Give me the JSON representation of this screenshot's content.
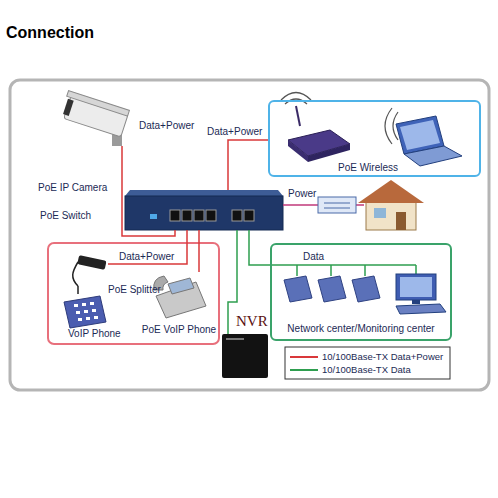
{
  "diagram": {
    "title": "Connection",
    "nodes": [
      {
        "text": [
          "PoE IP Camera"
        ]
      },
      {
        "text": [
          "PoE Wireless"
        ]
      },
      {
        "text": [
          "PoE Switch"
        ]
      },
      {
        "text": [
          "PoE Splitter"
        ]
      },
      {
        "text": [
          "VoIP Phone"
        ]
      },
      {
        "text": [
          "PoE VoIP Phone"
        ]
      },
      {
        "text": [
          "NVR"
        ]
      },
      {
        "text": [
          "Network center/Monitoring center"
        ]
      }
    ],
    "edges": [
      {
        "from": 2,
        "to": 0,
        "label": "Data+Power",
        "arrow": "none"
      },
      {
        "from": 2,
        "to": 1,
        "label": "Data+Power",
        "arrow": "none"
      },
      {
        "from": 2,
        "to": 3,
        "label": "Data+Power",
        "arrow": "none"
      },
      {
        "from": 3,
        "to": 4,
        "arrow": "none"
      },
      {
        "from": 2,
        "to": 5,
        "arrow": "none"
      },
      {
        "from": 2,
        "to": 6,
        "arrow": "none"
      },
      {
        "from": 2,
        "to": 7,
        "label": "Data",
        "arrow": "none"
      }
    ],
    "labels": [
      "Power"
    ],
    "legend": [
      {
        "text": "10/100Base-TX Data+Power"
      },
      {
        "text": "10/100Base-TX Data"
      }
    ]
  }
}
